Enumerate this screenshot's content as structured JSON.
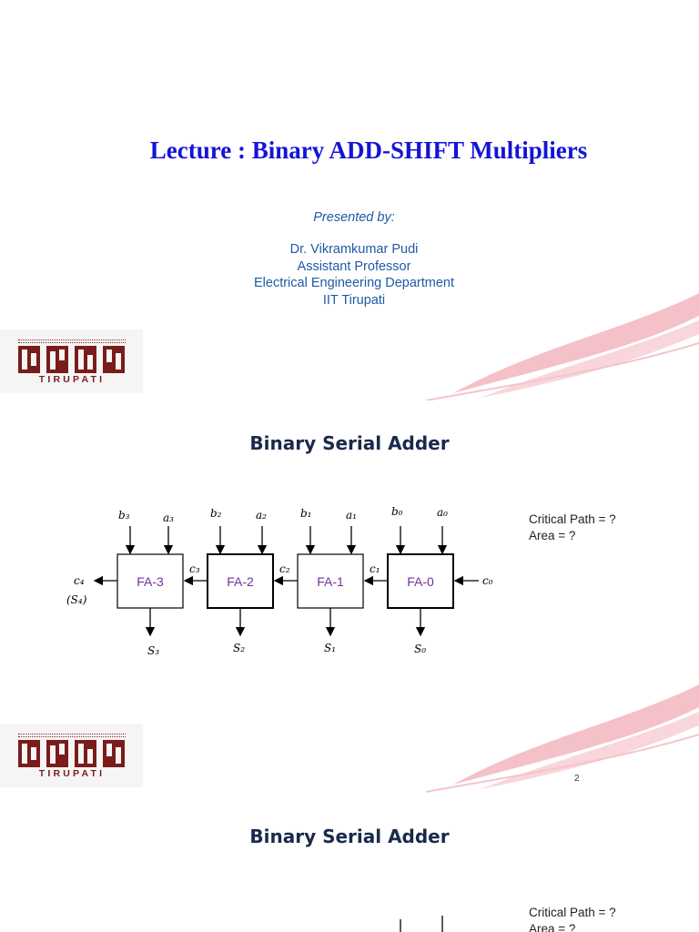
{
  "slide1": {
    "title": "Lecture : Binary ADD-SHIFT Multipliers",
    "presented_by": "Presented by:",
    "presenter_lines": [
      "Dr. Vikramkumar Pudi",
      "Assistant Professor",
      "Electrical Engineering Department",
      "IIT Tirupati"
    ],
    "logo_text": "TIRUPATI"
  },
  "slide2": {
    "title": "Binary Serial Adder",
    "critical_path": "Critical Path = ?",
    "area": "Area = ?",
    "page_number": "2",
    "logo_text": "TIRUPATI",
    "diagram": {
      "blocks": [
        "FA-3",
        "FA-2",
        "FA-1",
        "FA-0"
      ],
      "inputs_b": [
        "b₃",
        "b₂",
        "b₁",
        "b₀"
      ],
      "inputs_a": [
        "a₃",
        "a₂",
        "a₁",
        "a₀"
      ],
      "outputs": [
        "S₃",
        "S₂",
        "S₁",
        "S₀"
      ],
      "carries": [
        "c₃",
        "c₂",
        "c₁"
      ],
      "carry_in": "c₀",
      "carry_out": "c₄",
      "carry_out_alias": "(S₄)"
    }
  },
  "slide3": {
    "title": "Binary Serial Adder",
    "critical_path": "Critical Path = ?",
    "area": "Area = ?"
  },
  "colors": {
    "title_blue": "#1414d6",
    "presenter_blue": "#1f5aa6",
    "block_label_purple": "#7030a0",
    "logo_red": "#7a1c1c",
    "wave_pink": "#f2b6bf"
  }
}
